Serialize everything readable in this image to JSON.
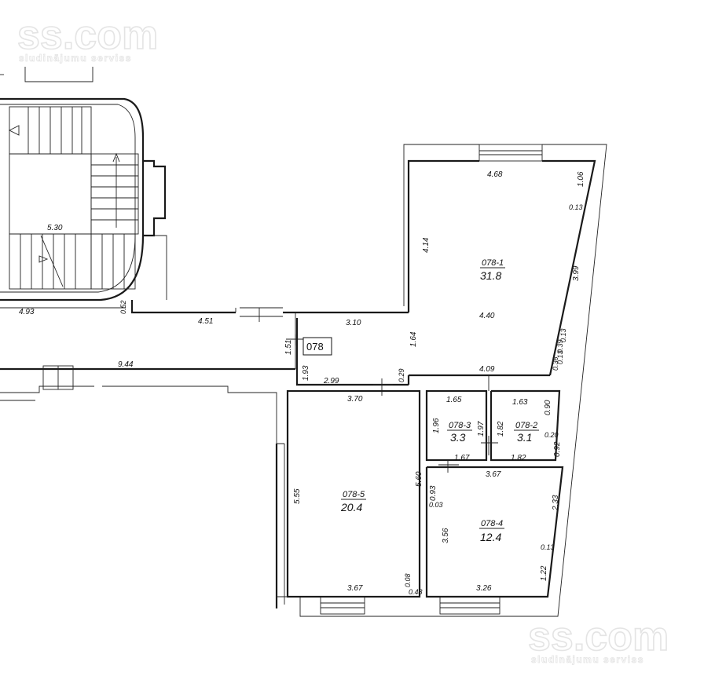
{
  "watermark": {
    "logo_text": "ss.com",
    "tagline": "sludinājumu serviss"
  },
  "unit_label": "078",
  "rooms": [
    {
      "id": "078-1",
      "area": "31.8"
    },
    {
      "id": "078-2",
      "area": "3.1"
    },
    {
      "id": "078-3",
      "area": "3.3"
    },
    {
      "id": "078-4",
      "area": "12.4"
    },
    {
      "id": "078-5",
      "area": "20.4"
    }
  ],
  "dimensions": {
    "d_468": "4.68",
    "d_106": "1.06",
    "d_013a": "0.13",
    "d_414": "4.14",
    "d_399": "3.99",
    "d_440": "4.40",
    "d_013b": "0.13",
    "d_039": "0.39",
    "d_013c": "0.13",
    "d_036": "0.36",
    "d_530": "5.30",
    "d_493": "4.93",
    "d_052": "0.52",
    "d_451": "4.51",
    "d_310": "3.10",
    "d_151": "1.51",
    "d_164": "1.64",
    "d_944": "9.44",
    "d_193": "1.93",
    "d_299": "2.99",
    "d_029": "0.29",
    "d_409": "4.09",
    "d_370": "3.70",
    "d_165": "1.65",
    "d_163": "1.63",
    "d_196": "1.96",
    "d_197": "1.97",
    "d_182a": "1.82",
    "d_090": "0.90",
    "d_020": "0.20",
    "d_092": "0.92",
    "d_167": "1.67",
    "d_182b": "1.82",
    "d_367a": "3.67",
    "d_555": "5.55",
    "d_560": "5.60",
    "d_093": "0.93",
    "d_003": "0.03",
    "d_233": "2.33",
    "d_356": "3.56",
    "d_013d": "0.13",
    "d_122": "1.22",
    "d_008": "0.08",
    "d_048": "0.48",
    "d_367b": "3.67",
    "d_326": "3.26"
  }
}
